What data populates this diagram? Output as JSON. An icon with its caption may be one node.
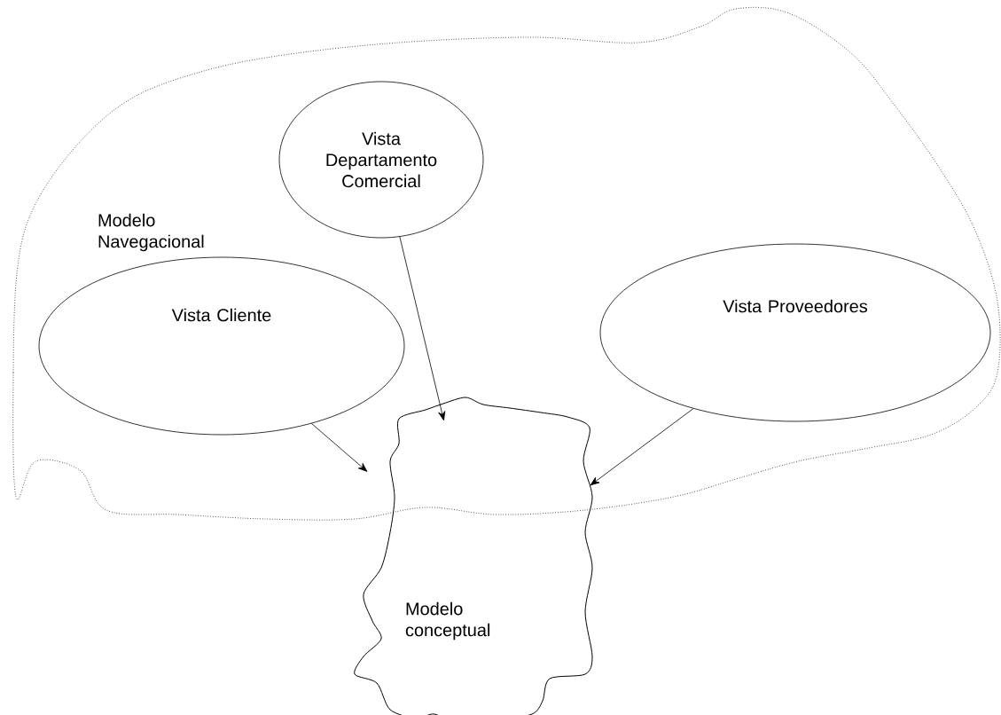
{
  "diagram": {
    "nodes": [
      {
        "text": [
          "Modelo Navegacional"
        ]
      },
      {
        "text": [
          "Vista Departamento Comercial"
        ],
        "in": 0
      },
      {
        "text": [
          "Vista Cliente"
        ],
        "in": 0
      },
      {
        "text": [
          "Vista Proveedores"
        ],
        "in": 0
      },
      {
        "text": [
          "Modelo conceptual"
        ]
      }
    ],
    "edges": [
      {
        "from": 2,
        "to": 4,
        "arrow": "to"
      },
      {
        "from": 1,
        "to": 4,
        "arrow": "to"
      },
      {
        "from": 3,
        "to": 4,
        "arrow": "to"
      }
    ]
  }
}
